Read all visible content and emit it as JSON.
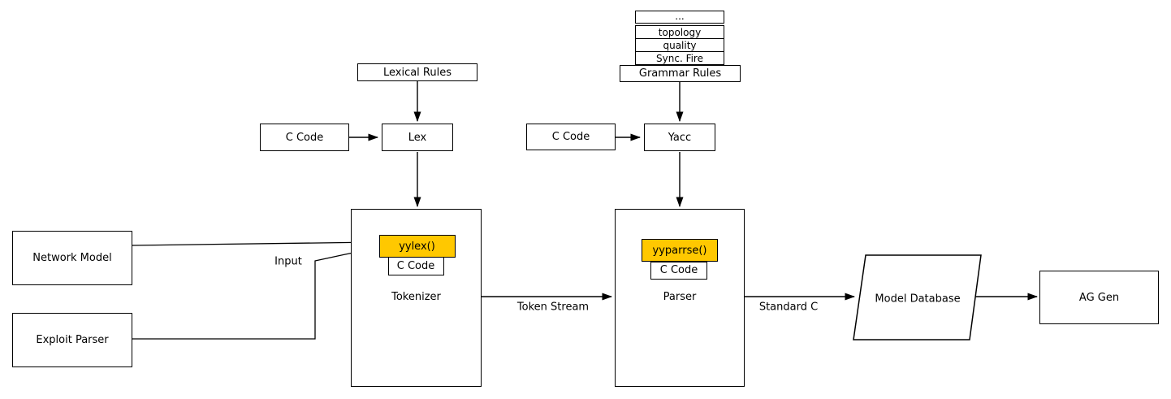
{
  "diagram": {
    "title_none": "",
    "stack": {
      "ellipsis": "...",
      "rows": [
        "topology",
        "quality",
        "Sync. Fire"
      ],
      "base": "Grammar Rules"
    },
    "nodes": {
      "lexical_rules": "Lexical Rules",
      "c_code_lex": "C Code",
      "lex": "Lex",
      "c_code_yacc": "C Code",
      "yacc": "Yacc",
      "network_model": "Network Model",
      "exploit_parser": "Exploit Parser",
      "tokenizer": "Tokenizer",
      "yylex": "yylex()",
      "yylex_c_code": "C Code",
      "parser": "Parser",
      "yyparrse": "yyparrse()",
      "yyparrse_c_code": "C Code",
      "model_database": "Model Database",
      "ag_gen": "AG Gen"
    },
    "edge_labels": {
      "input": "Input",
      "token_stream": "Token Stream",
      "standard_c": "Standard C"
    },
    "colors": {
      "highlight": "#FFC800",
      "stroke": "#000000",
      "background": "#FFFFFF"
    }
  }
}
